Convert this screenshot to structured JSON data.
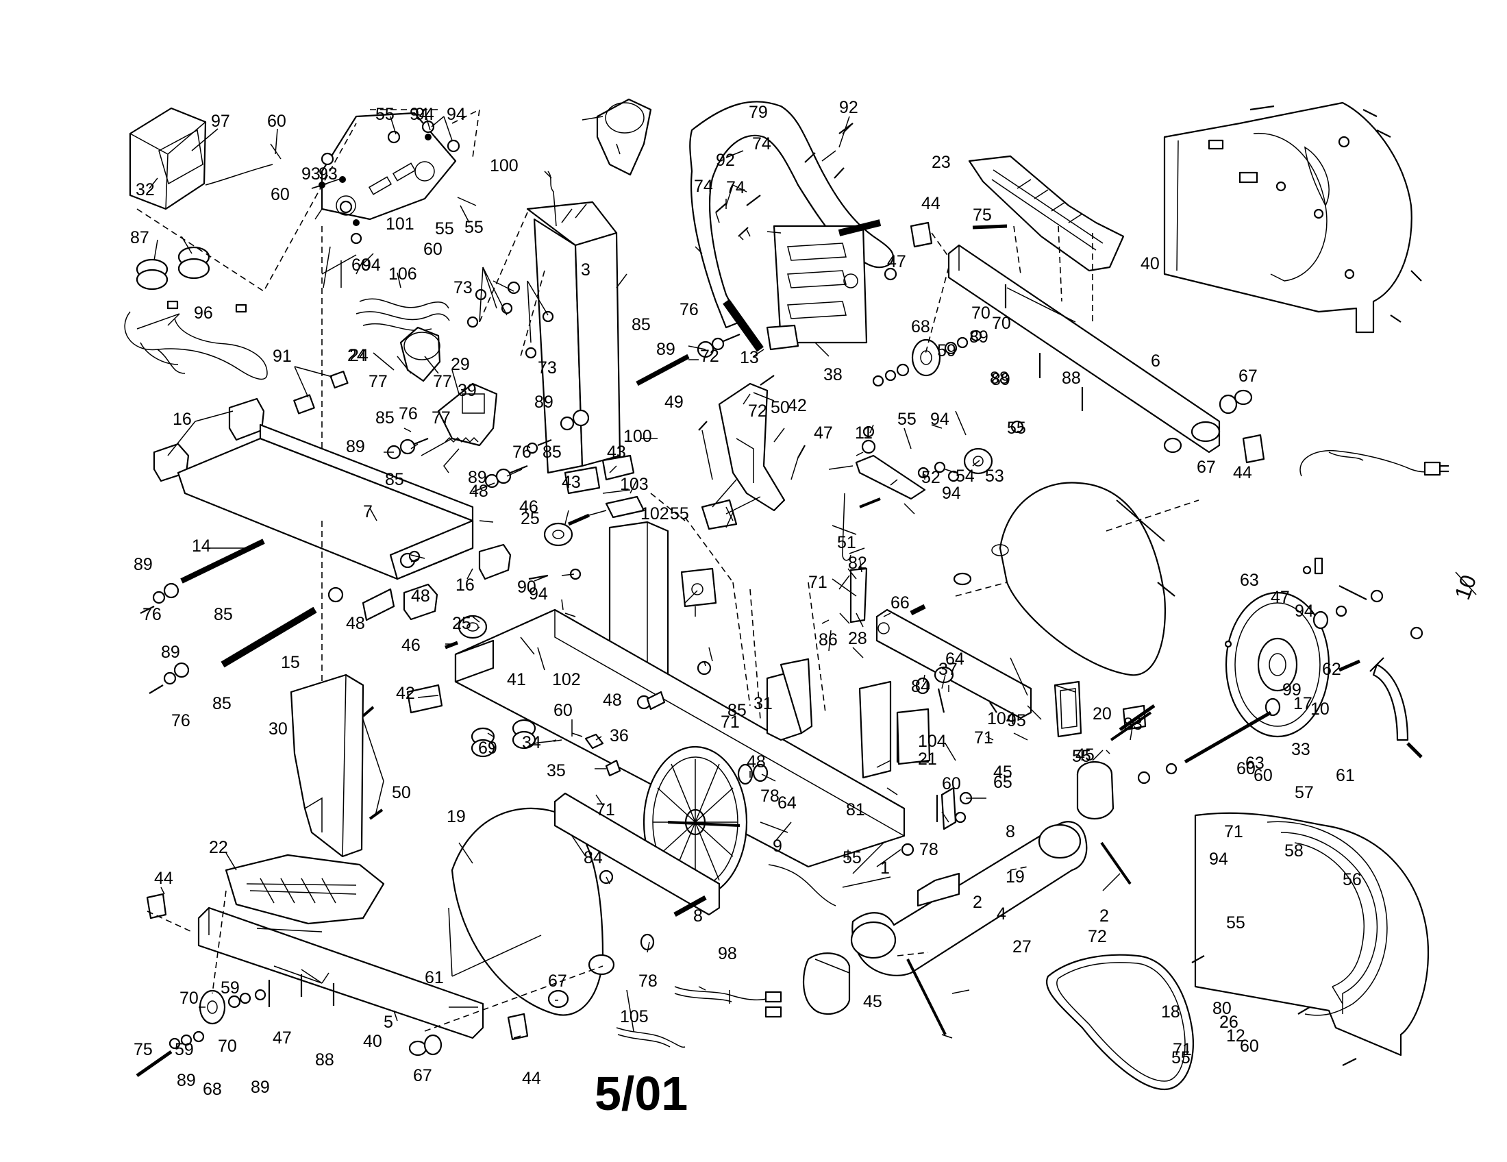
{
  "document": {
    "date_stamp": "5/01",
    "corner_mark": "10"
  },
  "labels": [
    "97",
    "60",
    "32",
    "87",
    "96",
    "55",
    "94",
    "93",
    "93",
    "94",
    "94",
    "60",
    "60",
    "55",
    "94",
    "101",
    "60",
    "55",
    "106",
    "24",
    "77",
    "77",
    "91",
    "16",
    "7",
    "14",
    "89",
    "76",
    "85",
    "15",
    "89",
    "85",
    "76",
    "48",
    "48",
    "16",
    "85",
    "76",
    "89",
    "85",
    "89",
    "48",
    "29",
    "39",
    "73",
    "73",
    "100",
    "3",
    "24",
    "77",
    "85",
    "76",
    "89",
    "49",
    "89",
    "85",
    "76",
    "43",
    "43",
    "103",
    "100",
    "46",
    "25",
    "102",
    "55",
    "90",
    "94",
    "25",
    "46",
    "41",
    "102",
    "42",
    "48",
    "69",
    "60",
    "36",
    "34",
    "35",
    "30",
    "50",
    "22",
    "44",
    "5",
    "70",
    "59",
    "75",
    "59",
    "89",
    "68",
    "70",
    "89",
    "47",
    "88",
    "40",
    "67",
    "44",
    "19",
    "61",
    "67",
    "78",
    "71",
    "9",
    "84",
    "8",
    "98",
    "105",
    "79",
    "74",
    "74",
    "74",
    "92",
    "92",
    "13",
    "38",
    "72",
    "31",
    "50",
    "72",
    "42",
    "85",
    "47",
    "11",
    "94",
    "55",
    "52",
    "94",
    "54",
    "53",
    "51",
    "82",
    "71",
    "66",
    "86",
    "28",
    "71",
    "48",
    "78",
    "64",
    "81",
    "55",
    "1",
    "45",
    "2",
    "2",
    "4",
    "45",
    "23",
    "44",
    "75",
    "47",
    "68",
    "59",
    "70",
    "89",
    "70",
    "88",
    "88",
    "6",
    "40",
    "67",
    "67",
    "44",
    "55",
    "89",
    "19",
    "8",
    "78",
    "84",
    "37",
    "64",
    "71",
    "104",
    "95",
    "104",
    "21",
    "60",
    "65",
    "55",
    "20",
    "83",
    "45",
    "27",
    "72",
    "71",
    "60",
    "71",
    "60",
    "33",
    "61",
    "57",
    "58",
    "56",
    "55",
    "47",
    "63",
    "94",
    "62",
    "99",
    "10",
    "17",
    "63",
    "94",
    "55",
    "18",
    "80",
    "26",
    "12",
    "60"
  ]
}
